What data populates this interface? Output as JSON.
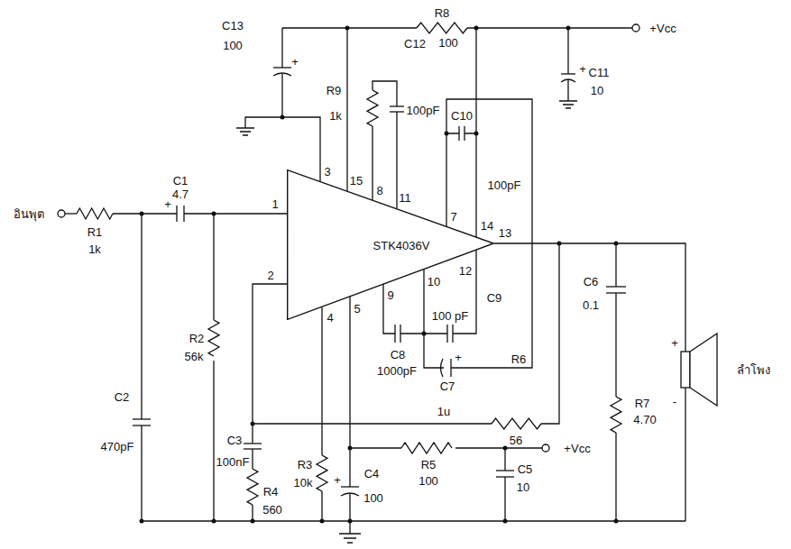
{
  "diagram": {
    "nodes": [
      {
        "text": [
          "STK4036V"
        ]
      }
    ],
    "labels": [
      "R8",
      "100",
      "C12",
      "+Vcc",
      "C13",
      "100",
      "+",
      "+",
      "C11",
      "10",
      "R9",
      "1k",
      "100pF",
      "C10",
      "100pF",
      "3",
      "15",
      "8",
      "11",
      "7",
      "14",
      "อินพุต",
      "R1",
      "1k",
      "C1",
      "4.7",
      "+",
      "1",
      "13",
      "2",
      "12",
      "10",
      "9",
      "5",
      "4",
      "C9",
      "100 pF",
      "C6",
      "0.1",
      "+",
      "C8",
      "1000pF",
      "C7",
      "+",
      "R6",
      "R2",
      "56k",
      "ลำโพง",
      "R7",
      "4.70",
      "-",
      "1u",
      "56",
      "C2",
      "470pF",
      "C3",
      "100nF",
      "R4",
      "560",
      "R3",
      "10k",
      "C4",
      "+",
      "100",
      "R5",
      "100",
      "+Vcc",
      "C5",
      "10"
    ]
  }
}
